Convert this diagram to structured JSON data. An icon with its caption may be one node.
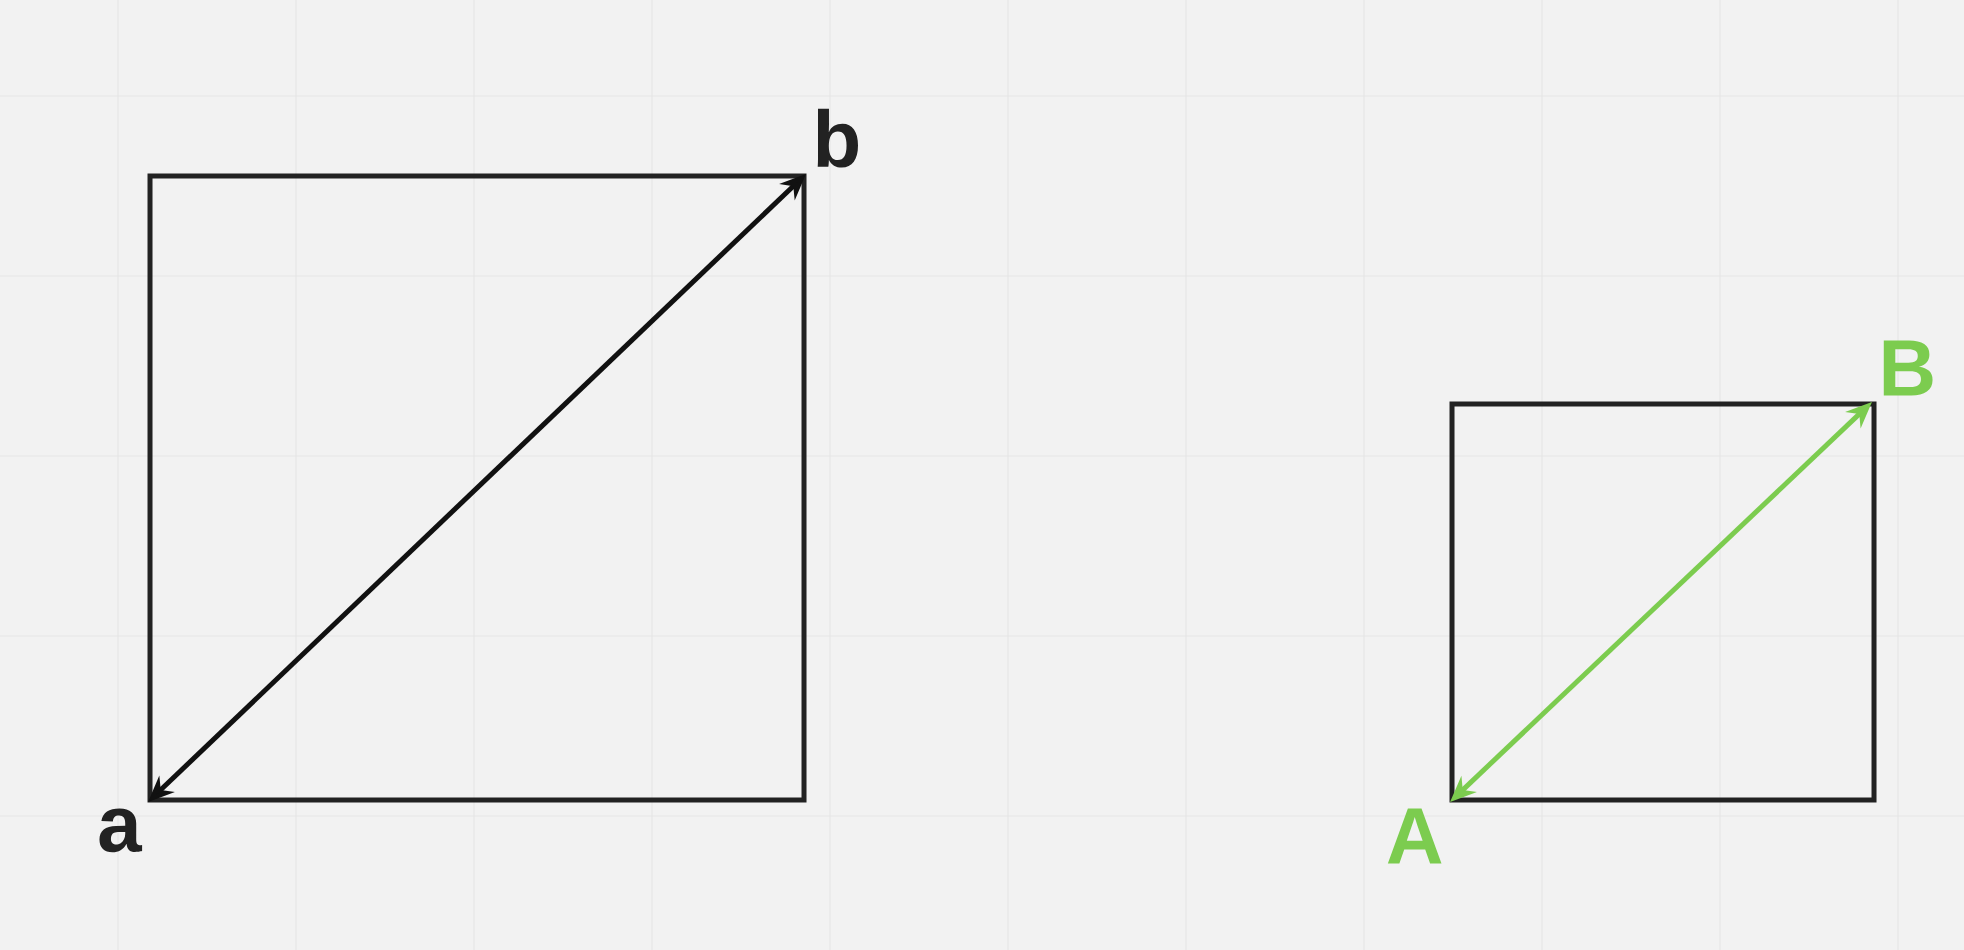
{
  "diagram": {
    "nodes": [
      {
        "text": [
          "a"
        ]
      },
      {
        "text": [
          "b"
        ]
      },
      {
        "text": [
          "A"
        ]
      },
      {
        "text": [
          "B"
        ]
      }
    ],
    "edges": [
      {
        "from": 0,
        "to": 1,
        "arrow": "both"
      },
      {
        "from": 2,
        "to": 3,
        "arrow": "both",
        "color": "#7ccc4f"
      }
    ]
  }
}
